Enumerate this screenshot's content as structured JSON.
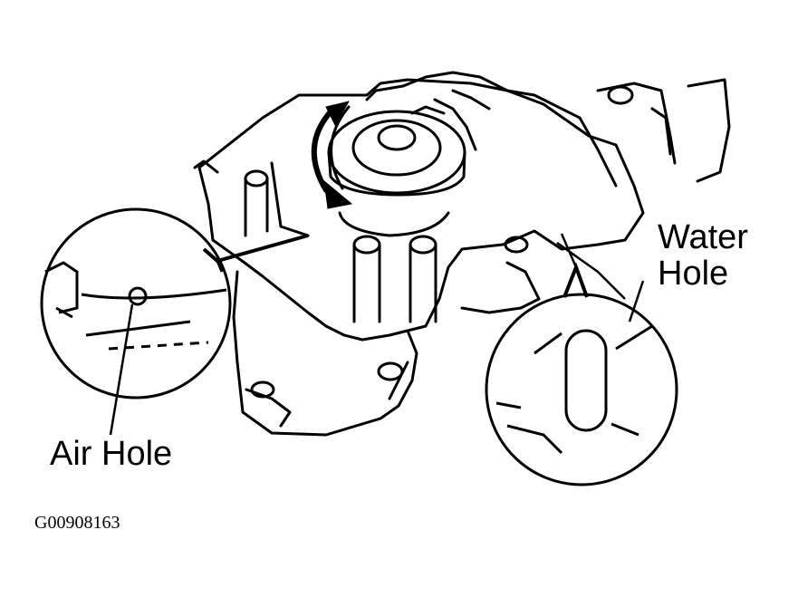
{
  "labels": {
    "water_hole_line1": "Water",
    "water_hole_line2": "Hole",
    "air_hole": "Air Hole"
  },
  "figure_id": "G00908163",
  "colors": {
    "ink": "#000000",
    "paper": "#ffffff"
  }
}
